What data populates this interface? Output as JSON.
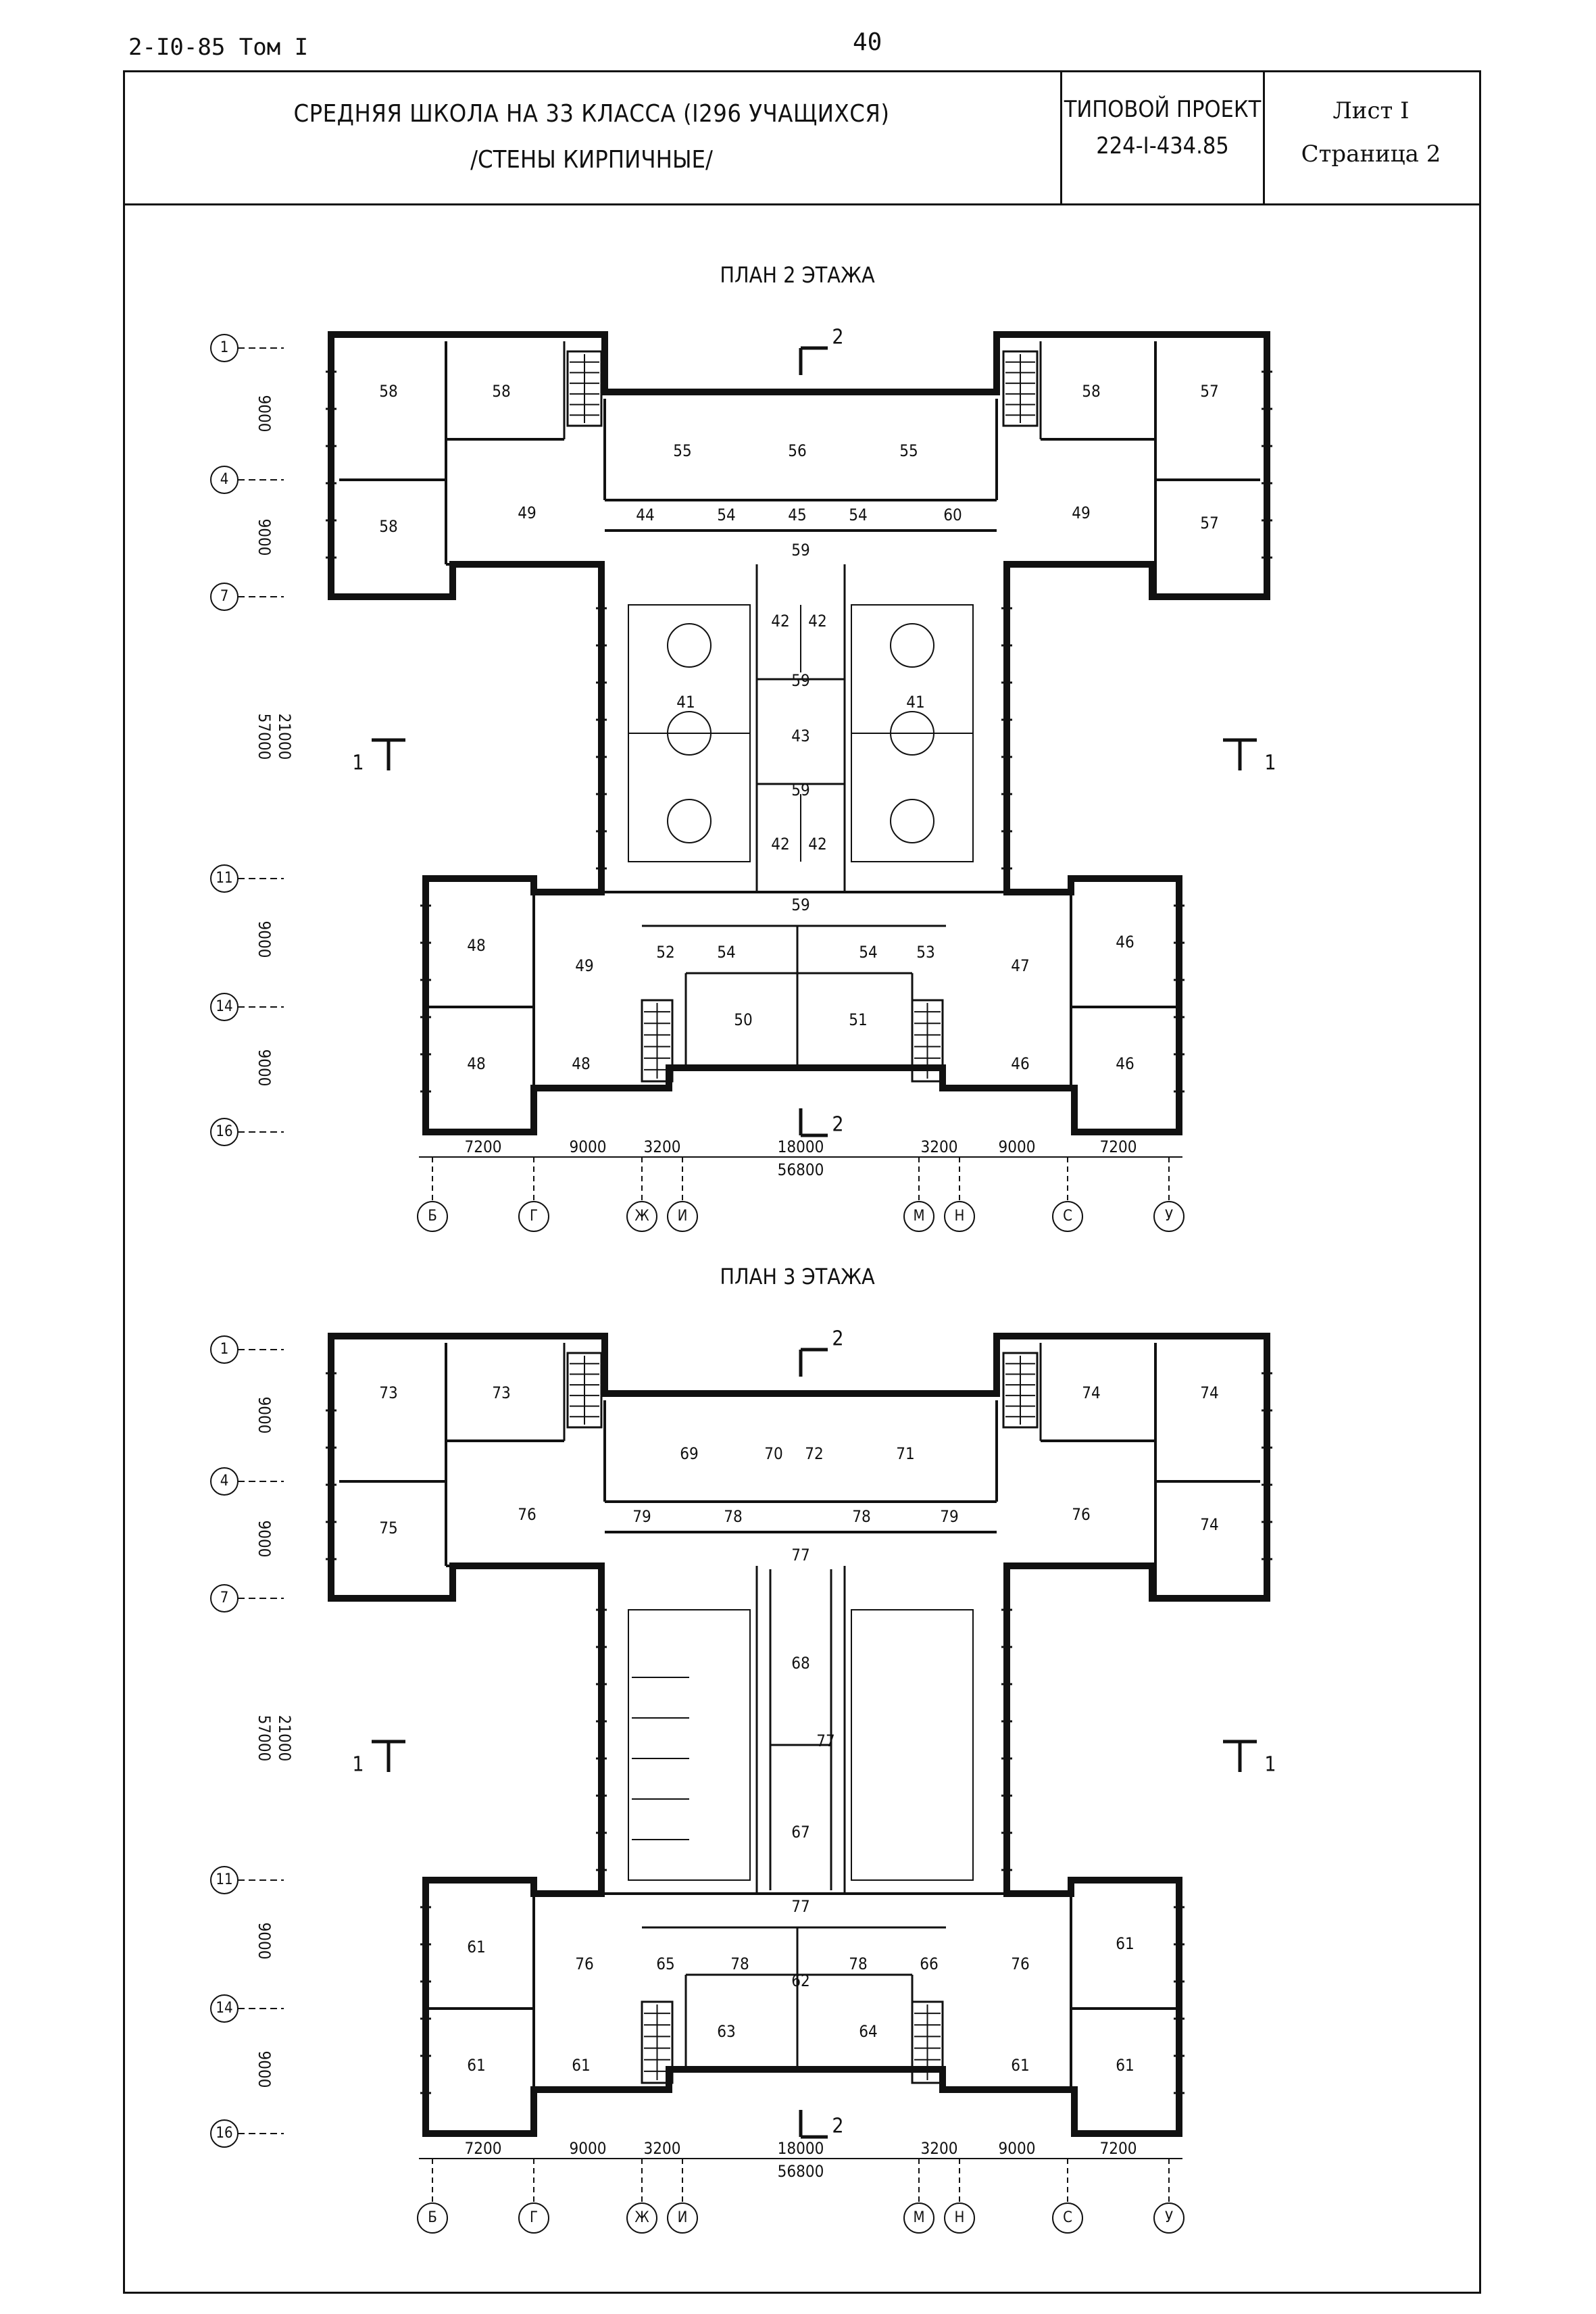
{
  "header": {
    "doc_code": "2-I0-85 Том I",
    "page_number": "40"
  },
  "title_block": {
    "main_title": "СРЕДНЯЯ ШКОЛА НА 33 КЛАССА (I296 УЧАЩИХСЯ)",
    "subtitle": "/СТЕНЫ КИРПИЧНЫЕ/",
    "project_label": "ТИПОВОЙ ПРОЕКТ",
    "project_code": "224-I-434.85",
    "sheet": "Лист I",
    "page": "Страница 2"
  },
  "plans": [
    {
      "title": "ПЛАН 2 ЭТАЖА",
      "rooms": {
        "nw1": "58",
        "nw2": "58",
        "nw3": "58",
        "nhall_w": "49",
        "nhall_e": "49",
        "n_mid1": "55",
        "n_mid2": "56",
        "n_mid3": "55",
        "n_s1": "44",
        "n_s2": "54",
        "n_s3": "45",
        "n_s4": "54",
        "n_s5": "60",
        "ne1": "58",
        "ne2": "57",
        "ne3": "57",
        "corr_n": "59",
        "gym_w": "41",
        "gym_e": "41",
        "c1a": "42",
        "c1b": "42",
        "corr_c1": "59",
        "c_mid": "43",
        "corr_c2": "59",
        "c2a": "42",
        "c2b": "42",
        "corr_s": "59",
        "sw1": "48",
        "sw2": "48",
        "sw3": "48",
        "shall_w": "49",
        "s1": "52",
        "s2": "54",
        "s3": "50",
        "s4": "54",
        "s5": "53",
        "s6": "51",
        "shall_e": "47",
        "se1": "46",
        "se2": "46",
        "se3": "46"
      },
      "axes": {
        "left": [
          "1",
          "4",
          "7",
          "11",
          "14",
          "16"
        ],
        "bottom": [
          "Б",
          "Г",
          "Ж",
          "И",
          "М",
          "Н",
          "С",
          "У"
        ]
      },
      "dims": {
        "v1": "9000",
        "v2": "9000",
        "v3": "57000",
        "v3b": "21000",
        "v4": "9000",
        "v5": "9000",
        "h1": "7200",
        "h2": "9000",
        "h3": "3200",
        "h4": "18000",
        "h5": "3200",
        "h6": "9000",
        "h7": "7200",
        "total": "56800"
      },
      "section_marks": {
        "top": "2",
        "bottom": "2",
        "left": "1",
        "right": "1"
      }
    },
    {
      "title": "ПЛАН 3 ЭТАЖА",
      "rooms": {
        "nw1": "73",
        "nw2": "73",
        "nw3": "75",
        "nhall_w": "76",
        "nhall_e": "76",
        "n_mid1": "69",
        "n_mid2": "70",
        "n_mid3": "72",
        "n_mid4": "71",
        "n_s1": "79",
        "n_s2": "78",
        "n_s3": "78",
        "n_s4": "79",
        "ne1": "74",
        "ne2": "74",
        "ne3": "74",
        "corr_n": "77",
        "c_top": "68",
        "c_side": "77",
        "c_bot": "67",
        "corr_s": "77",
        "sw1": "61",
        "sw2": "61",
        "sw3": "61",
        "shall_w": "76",
        "s1": "65",
        "s2": "78",
        "s3": "62",
        "s4": "78",
        "s5": "66",
        "s6": "63",
        "s7": "64",
        "shall_e": "76",
        "se1": "61",
        "se2": "61",
        "se3": "61"
      },
      "axes": {
        "left": [
          "1",
          "4",
          "7",
          "11",
          "14",
          "16"
        ],
        "bottom": [
          "Б",
          "Г",
          "Ж",
          "И",
          "М",
          "Н",
          "С",
          "У"
        ]
      },
      "dims": {
        "v1": "9000",
        "v2": "9000",
        "v3": "57000",
        "v3b": "21000",
        "v4": "9000",
        "v5": "9000",
        "h1": "7200",
        "h2": "9000",
        "h3": "3200",
        "h4": "18000",
        "h5": "3200",
        "h6": "9000",
        "h7": "7200",
        "total": "56800"
      },
      "section_marks": {
        "top": "2",
        "bottom": "2",
        "left": "1",
        "right": "1"
      }
    }
  ]
}
